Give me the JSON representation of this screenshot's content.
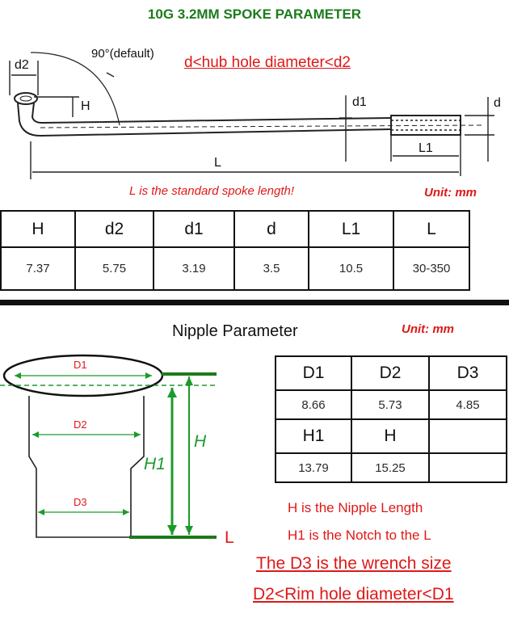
{
  "title": "10G 3.2MM SPOKE PARAMETER",
  "spoke": {
    "angle_label": "90°(default)",
    "labels": {
      "d2": "d2",
      "H": "H",
      "d1": "d1",
      "d": "d",
      "L1": "L1",
      "L": "L"
    },
    "rule": "d<hub hole diameter<d2",
    "std_length_note": "L is the standard spoke length!",
    "unit": "Unit: mm",
    "table": {
      "headers": [
        "H",
        "d2",
        "d1",
        "d",
        "L1",
        "L"
      ],
      "values": [
        "7.37",
        "5.75",
        "3.19",
        "3.5",
        "10.5",
        "30-350"
      ]
    }
  },
  "nipple": {
    "title": "Nipple Parameter",
    "unit": "Unit: mm",
    "labels": {
      "D1": "D1",
      "D2": "D2",
      "D3": "D3",
      "H": "H",
      "H1": "H1",
      "L": "L"
    },
    "table": {
      "row1_headers": [
        "D1",
        "D2",
        "D3"
      ],
      "row1_values": [
        "8.66",
        "5.73",
        "4.85"
      ],
      "row2_headers": [
        "H1",
        "H",
        ""
      ],
      "row2_values": [
        "13.79",
        "15.25",
        ""
      ]
    },
    "notes": [
      "H is the Nipple Length",
      "H1 is the Notch to the L"
    ],
    "big_notes": [
      "The D3 is the wrench size",
      "D2<Rim hole diameter<D1"
    ]
  },
  "colors": {
    "title": "#1d7a1d",
    "accent": "#e01818",
    "dim_green": "#1c9a2a"
  }
}
